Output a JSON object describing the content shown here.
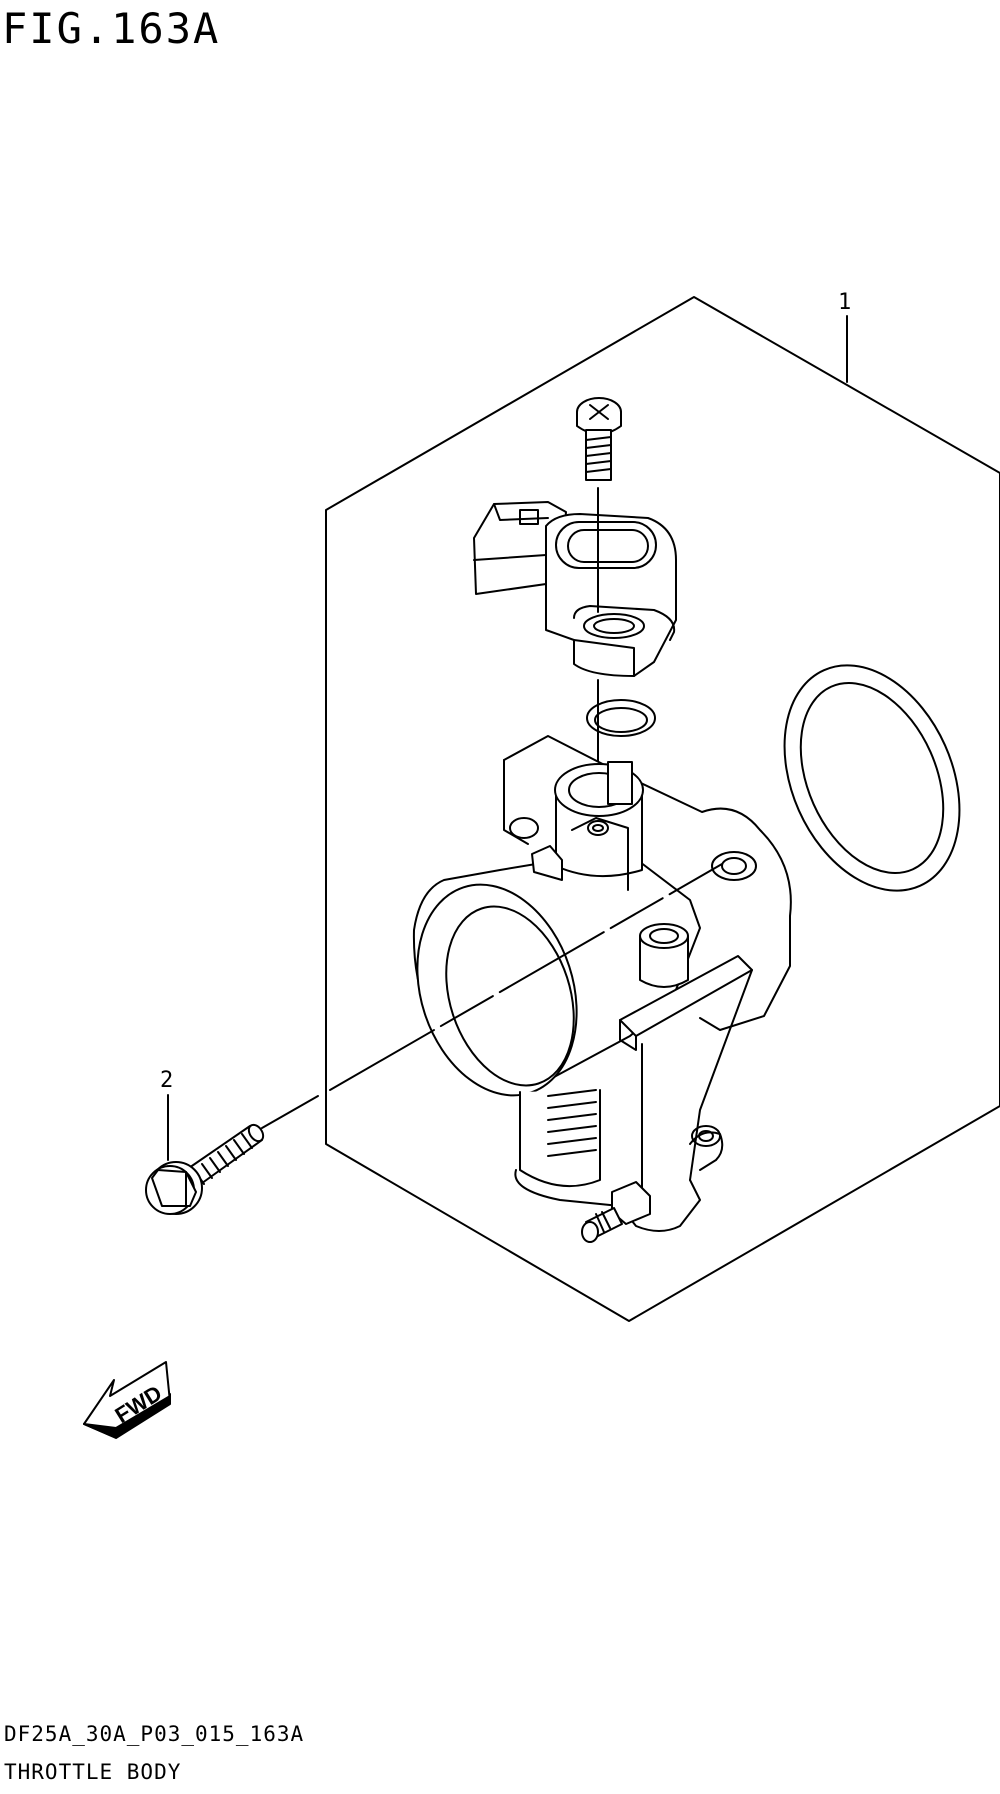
{
  "figure": {
    "title": "FIG.163A"
  },
  "callouts": [
    {
      "number": "1",
      "part": "throttle-body-assembly"
    },
    {
      "number": "2",
      "part": "bolt"
    }
  ],
  "direction_marker": {
    "label": "FWD",
    "icon": "fwd-arrow-icon"
  },
  "footer": {
    "code": "DF25A_30A_P03_015_163A",
    "title": "THROTTLE BODY"
  }
}
